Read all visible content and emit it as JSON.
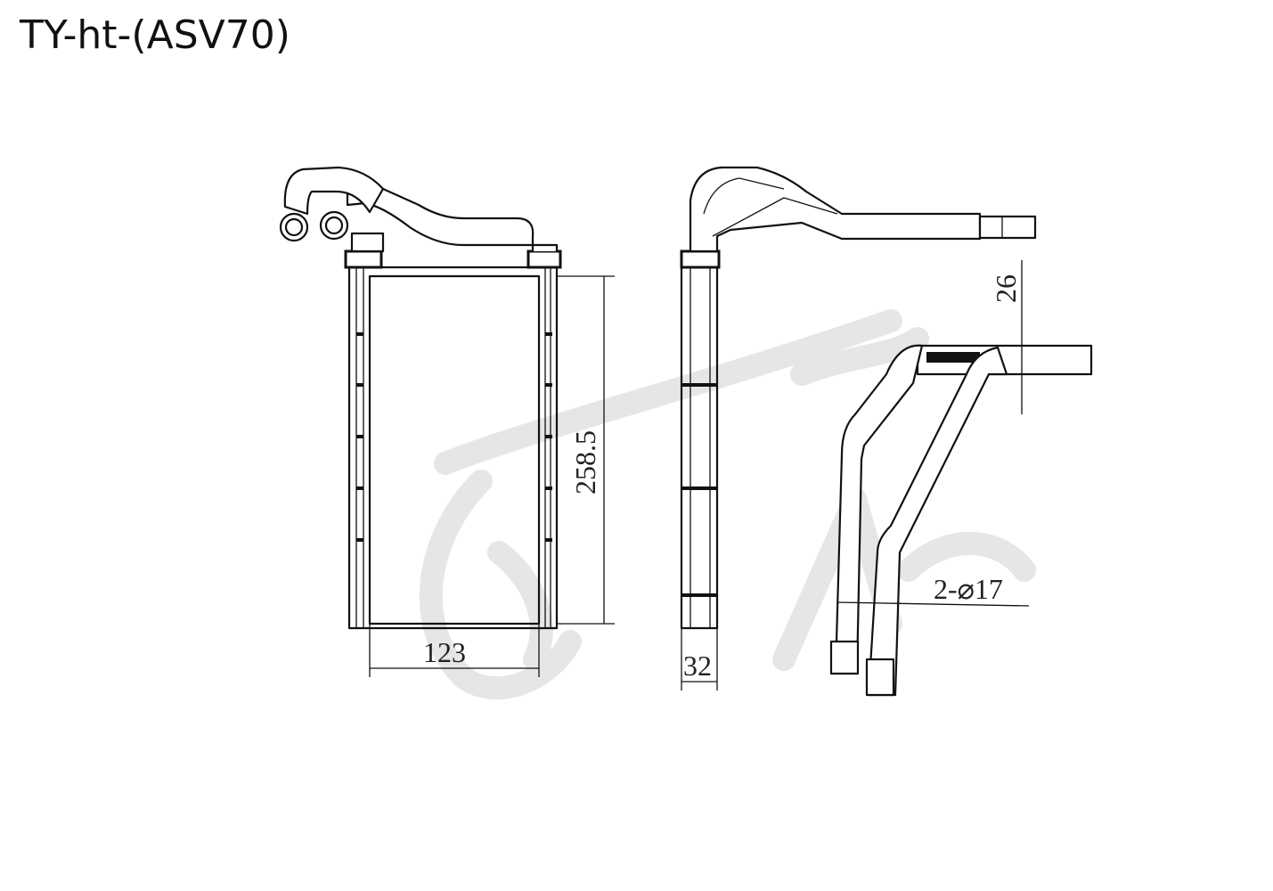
{
  "title": "TY-ht-(ASV70)",
  "dimensions": {
    "core_height": "258.5",
    "core_width": "123",
    "core_depth": "32",
    "pipe_spacing": "26",
    "pipe_diameter": "2-⌀17"
  },
  "colors": {
    "line": "#111111",
    "watermark": "#e6e6e6"
  }
}
